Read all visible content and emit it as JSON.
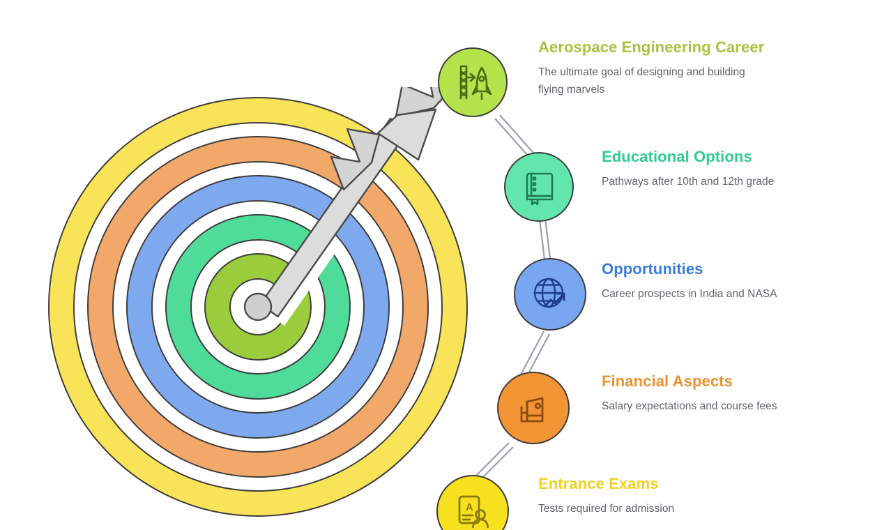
{
  "title": "Aerospace Engineering Career",
  "target": {
    "name": "bullseye-target-with-arrow",
    "rings": [
      {
        "name": "ring-outer-yellow",
        "color": "#F9E459",
        "radius": 300,
        "thickness": 36
      },
      {
        "name": "ring-orange",
        "color": "#F2A869",
        "radius": 242,
        "thickness": 36
      },
      {
        "name": "ring-blue",
        "color": "#7FA9EE",
        "radius": 186,
        "thickness": 36
      },
      {
        "name": "ring-green",
        "color": "#4FDC9A",
        "radius": 130,
        "thickness": 36
      },
      {
        "name": "ring-inner-lime",
        "color": "#9BCC3C",
        "radius": 74,
        "thickness": 36
      }
    ],
    "gap_color": "#FFFFFF",
    "outline_color": "#3d3d3d",
    "arrow": {
      "name": "arrow-icon",
      "shaft_color": "#D9D9D9",
      "fletching_color": "#D0D0D0",
      "outline_color": "#4a4a4a"
    }
  },
  "flow": {
    "connector_color": "#9aa0a6",
    "steps": [
      {
        "id": "aerospace-engineering-career",
        "title": "Aerospace Engineering Career",
        "desc": "The ultimate goal of designing and building flying marvels",
        "title_color": "#A9C23F",
        "node_color": "#B6E34B",
        "icon_color": "#4A6B12",
        "icon_name": "rocket-and-launch-tower-icon"
      },
      {
        "id": "educational-options",
        "title": "Educational Options",
        "desc": "Pathways after 10th and 12th grade",
        "title_color": "#2ECC8F",
        "node_color": "#63E6AE",
        "icon_color": "#1F7A52",
        "icon_name": "book-with-bookmark-icon"
      },
      {
        "id": "opportunities",
        "title": "Opportunities",
        "desc": "Career prospects in India and NASA",
        "title_color": "#3B7BE0",
        "node_color": "#79A6F0",
        "icon_color": "#1E3F8F",
        "icon_name": "globe-with-growth-arrow-icon"
      },
      {
        "id": "financial-aspects",
        "title": "Financial Aspects",
        "desc": "Salary expectations and course fees",
        "title_color": "#E8922E",
        "node_color": "#F29434",
        "icon_color": "#8A4A10",
        "icon_name": "wallet-with-coin-icon"
      },
      {
        "id": "entrance-exams",
        "title": "Entrance Exams",
        "desc": "Tests required for admission",
        "title_color": "#EFD321",
        "node_color": "#F7E01E",
        "icon_color": "#8A7A0A",
        "icon_name": "report-card-with-student-icon"
      }
    ]
  }
}
